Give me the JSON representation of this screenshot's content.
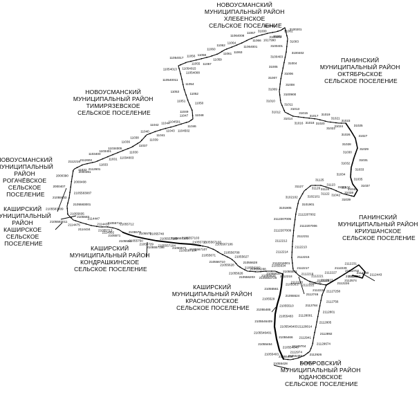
{
  "map": {
    "regions": [
      {
        "id": "khlebenskoe",
        "lines": [
          "НОВОУСМАНСКИЙ",
          "МУНИЦИПАЛЬНЫЙ РАЙОН",
          "ХЛЕБЕНСКОЕ",
          "СЕЛЬСКОЕ ПОСЕЛЕНИЕ"
        ]
      },
      {
        "id": "oktyabrskoe",
        "lines": [
          "ПАНИНСКИЙ",
          "МУНИЦИПАЛЬНЫЙ РАЙОН",
          "ОКТЯБРЬСКОЕ",
          "СЕЛЬСКОЕ ПОСЕЛЕНИЕ"
        ]
      },
      {
        "id": "timiryazevskoe",
        "lines": [
          "НОВОУСМАНСКИЙ",
          "МУНИЦИПАЛЬНЫЙ РАЙОН",
          "ТИМИРЯЗЕВСКОЕ",
          "СЕЛЬСКОЕ ПОСЕЛЕНИЕ"
        ]
      },
      {
        "id": "rogachevskoe",
        "lines": [
          "НОВОУСМАНСКИЙ",
          "МУНИЦИПАЛЬНЫЙ",
          "РАЙОН",
          "РОГАЧЁВСКОЕ",
          "СЕЛЬСКОЕ",
          "ПОСЕЛЕНИЕ"
        ]
      },
      {
        "id": "kashirskoe",
        "lines": [
          "КАШИРСКИЙ",
          "МУНИЦИПАЛЬНЫЙ",
          "РАЙОН",
          "КАШИРСКОЕ",
          "СЕЛЬСКОЕ",
          "ПОСЕЛЕНИЕ"
        ]
      },
      {
        "id": "krivushanskoe",
        "lines": [
          "ПАНИНСКИЙ",
          "МУНИЦИПАЛЬНЫЙ РАЙОН",
          "КРИУШАНСКОЕ",
          "СЕЛЬСКОЕ ПОСЕЛЕНИЕ"
        ]
      },
      {
        "id": "kondrashkinskoe",
        "lines": [
          "КАШИРСКИЙ",
          "МУНИЦИПАЛЬНЫЙ РАЙОН",
          "КОНДРАШКИНСКОЕ",
          "СЕЛЬСКОЕ ПОСЕЛЕНИЕ"
        ]
      },
      {
        "id": "krasnologskoe",
        "lines": [
          "КАШИРСКИЙ",
          "МУНИЦИПАЛЬНЫЙ РАЙОН",
          "КРАСНОЛОГСКОЕ",
          "СЕЛЬСКОЕ ПОСЕЛЕНИЕ"
        ]
      },
      {
        "id": "yudanovskoe",
        "lines": [
          "БОБРОВСКИЙ",
          "МУНИЦИПАЛЬНЫЙ РАЙОН",
          "ЮДАНОВСКОЕ",
          "СЕЛЬСКОЕ ПОСЕЛЕНИЕ"
        ]
      }
    ],
    "points": [
      "11832",
      "2112216",
      "2112601",
      "2112602",
      "11833",
      "1103400",
      "11831",
      "1103401",
      "11034003",
      "11034005",
      "11030",
      "11036",
      "11037",
      "11038",
      "11039",
      "11040",
      "11041",
      "11042",
      "11043",
      "11044",
      "1104502",
      "1104501",
      "11046",
      "11047",
      "11048",
      "11049",
      "11050",
      "11051",
      "11052",
      "11053",
      "11054",
      "110540011",
      "11054008",
      "11054013",
      "11054015",
      "11054017",
      "11055",
      "11056",
      "11057",
      "11058",
      "11059",
      "11060",
      "11061",
      "11062",
      "11063",
      "11064",
      "11064001",
      "11064008",
      "11066",
      "11067",
      "1617990",
      "31000",
      "31001",
      "3100101",
      "31002",
      "3100201",
      "3100202",
      "31003",
      "3100401",
      "3100402",
      "3100403",
      "31004",
      "31005",
      "31006",
      "31007",
      "31008",
      "31009",
      "3100900",
      "31010",
      "31011",
      "31012",
      "31013",
      "31014",
      "31015",
      "31016",
      "31017",
      "31018",
      "31019",
      "31020",
      "31021",
      "31022",
      "31023",
      "31024",
      "31025",
      "31026",
      "31027",
      "31028",
      "31029",
      "31030",
      "31031",
      "31032",
      "31033",
      "31034",
      "31035",
      "31036",
      "31037",
      "31038",
      "31039",
      "31040",
      "31042",
      "31121",
      "31122",
      "31123",
      "31124",
      "31125",
      "31126",
      "31127",
      "3102101",
      "3102102",
      "3101901",
      "3101905",
      "2112207002",
      "2112207005",
      "2112207006",
      "2112207009",
      "2112211",
      "2112212",
      "2112213",
      "2112214",
      "2112215",
      "2112216001",
      "2112217",
      "2112218",
      "2112219",
      "2112220",
      "2112221",
      "2112222",
      "2112223",
      "2112224",
      "2112225",
      "2112226",
      "2112227",
      "2112228",
      "2112229",
      "2112230",
      "2112231",
      "21122702",
      "2112443",
      "2112527",
      "2112574",
      "2112725",
      "21127258",
      "2112746",
      "2112756",
      "2112784",
      "2112801",
      "21128001",
      "2112805",
      "21128014",
      "2112892",
      "2112941",
      "21129674",
      "21129704",
      "2112926",
      "2112974",
      "21055414",
      "21055409",
      "21055428",
      "21055488",
      "21055403",
      "210554640",
      "21055464",
      "21055466",
      "2105546401",
      "2105546403",
      "2105546409",
      "21055483",
      "21055485",
      "21055510",
      "2105529",
      "21055524",
      "21055561",
      "21055637",
      "2105563725",
      "21055562",
      "21055633",
      "21055634",
      "21055635",
      "210556202",
      "210556203",
      "210556288",
      "21055626",
      "21055628",
      "21055628",
      "21055627",
      "210556710",
      "210556708",
      "21055671",
      "2105567106",
      "2105567107",
      "2105567103",
      "2105567104",
      "21055710",
      "21055571",
      "2105557103",
      "2105557104",
      "2105557105",
      "2105557186",
      "2105557189",
      "21055729",
      "21055740",
      "21055750",
      "2105575",
      "2105586",
      "2105578",
      "2105571",
      "21055712",
      "21055713",
      "21055714",
      "2114992",
      "2114433",
      "2114434",
      "2114447",
      "2114475",
      "2105583",
      "2105583011",
      "21055835",
      "2105583009",
      "2105583001",
      "21055833",
      "2105583087",
      "2000407",
      "2000408",
      "2000390",
      "2000391"
    ]
  }
}
